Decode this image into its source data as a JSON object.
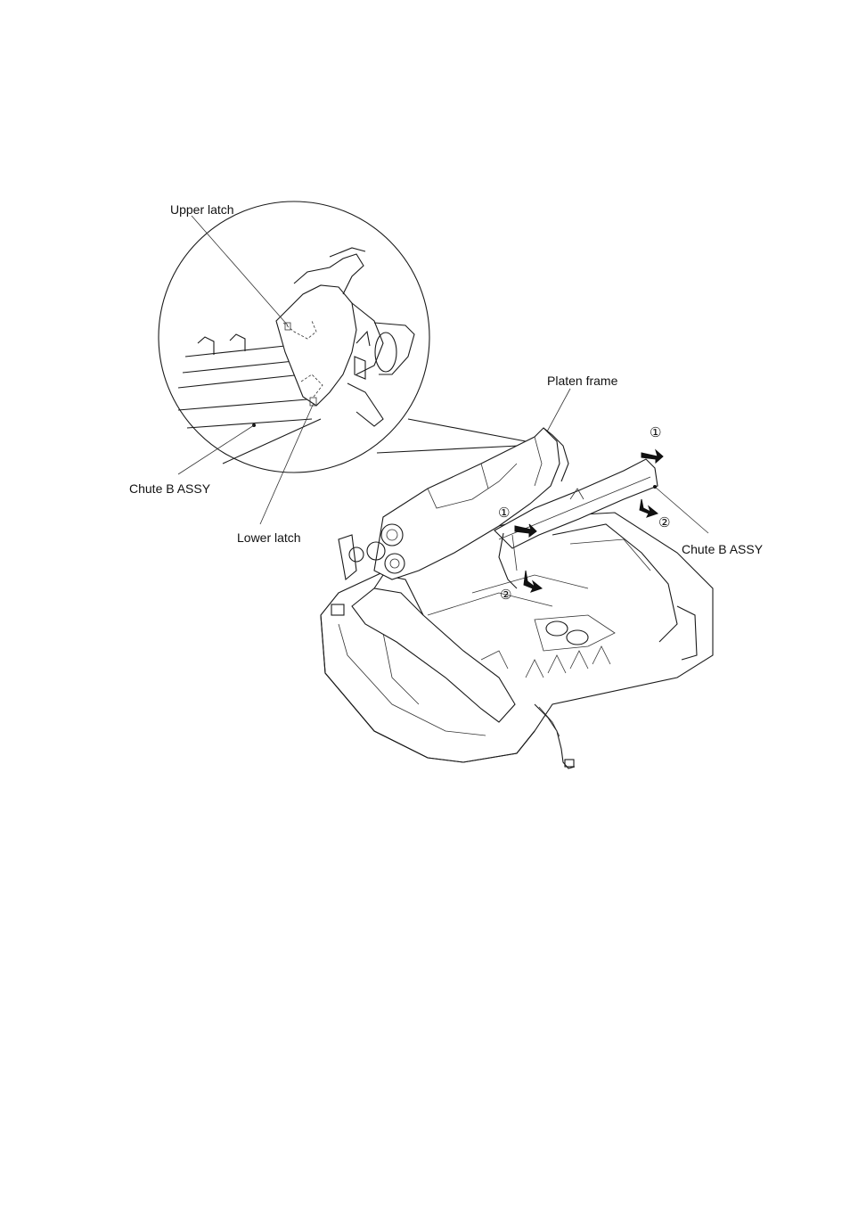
{
  "labels": {
    "upper_latch": "Upper latch",
    "chute_b_assy_left": "Chute B ASSY",
    "lower_latch": "Lower latch",
    "platen_frame": "Platen frame",
    "chute_b_assy_right": "Chute B ASSY"
  },
  "step_markers": {
    "step1_top": "①",
    "step2_right": "②",
    "step1_mid": "①",
    "step2_mid": "②"
  },
  "colors": {
    "ink": "#1a1a1a",
    "background": "#ffffff"
  }
}
